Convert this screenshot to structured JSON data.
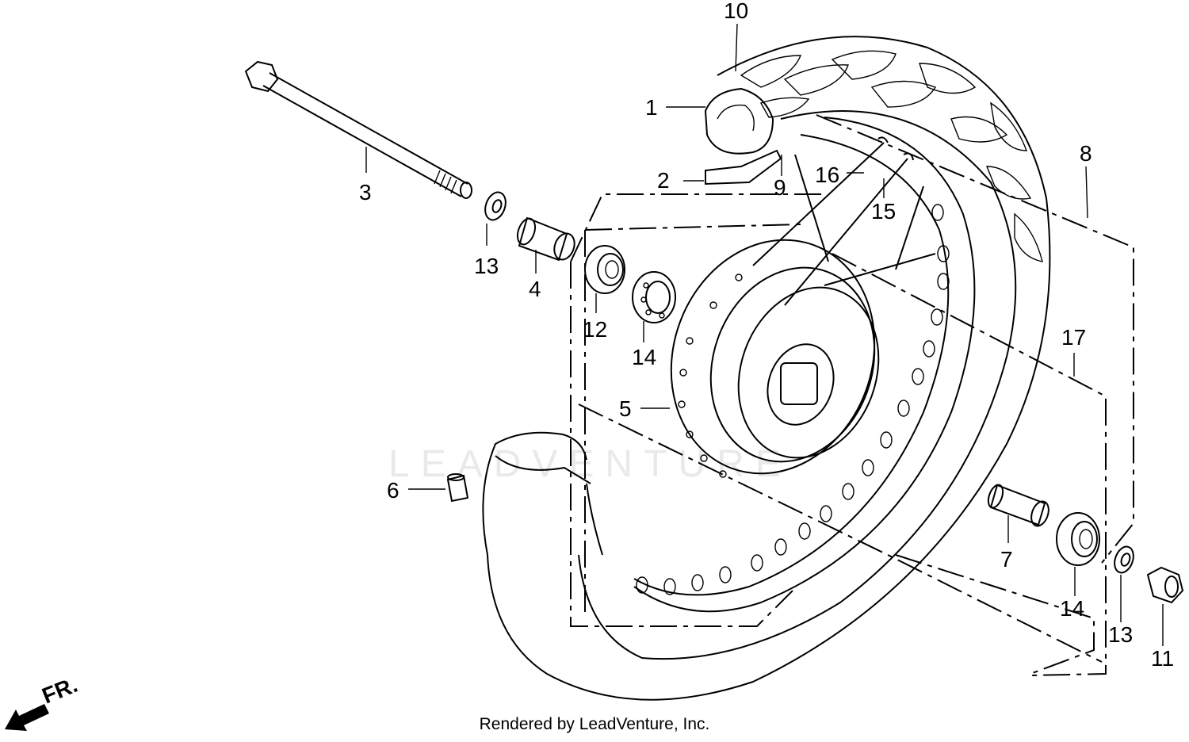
{
  "watermark": "LEADVENTURE",
  "footer": "Rendered by LeadVenture, Inc.",
  "direction_indicator": {
    "label": "FR.",
    "icon": "front-direction-arrow-icon"
  },
  "callouts": {
    "c1": "1",
    "c2": "2",
    "c3": "3",
    "c4": "4",
    "c5": "5",
    "c6": "6",
    "c7": "7",
    "c8": "8",
    "c9": "9",
    "c10": "10",
    "c11": "11",
    "c12": "12",
    "c13a": "13",
    "c13b": "13",
    "c14a": "14",
    "c14b": "14",
    "c15": "15",
    "c16": "16",
    "c17": "17"
  }
}
